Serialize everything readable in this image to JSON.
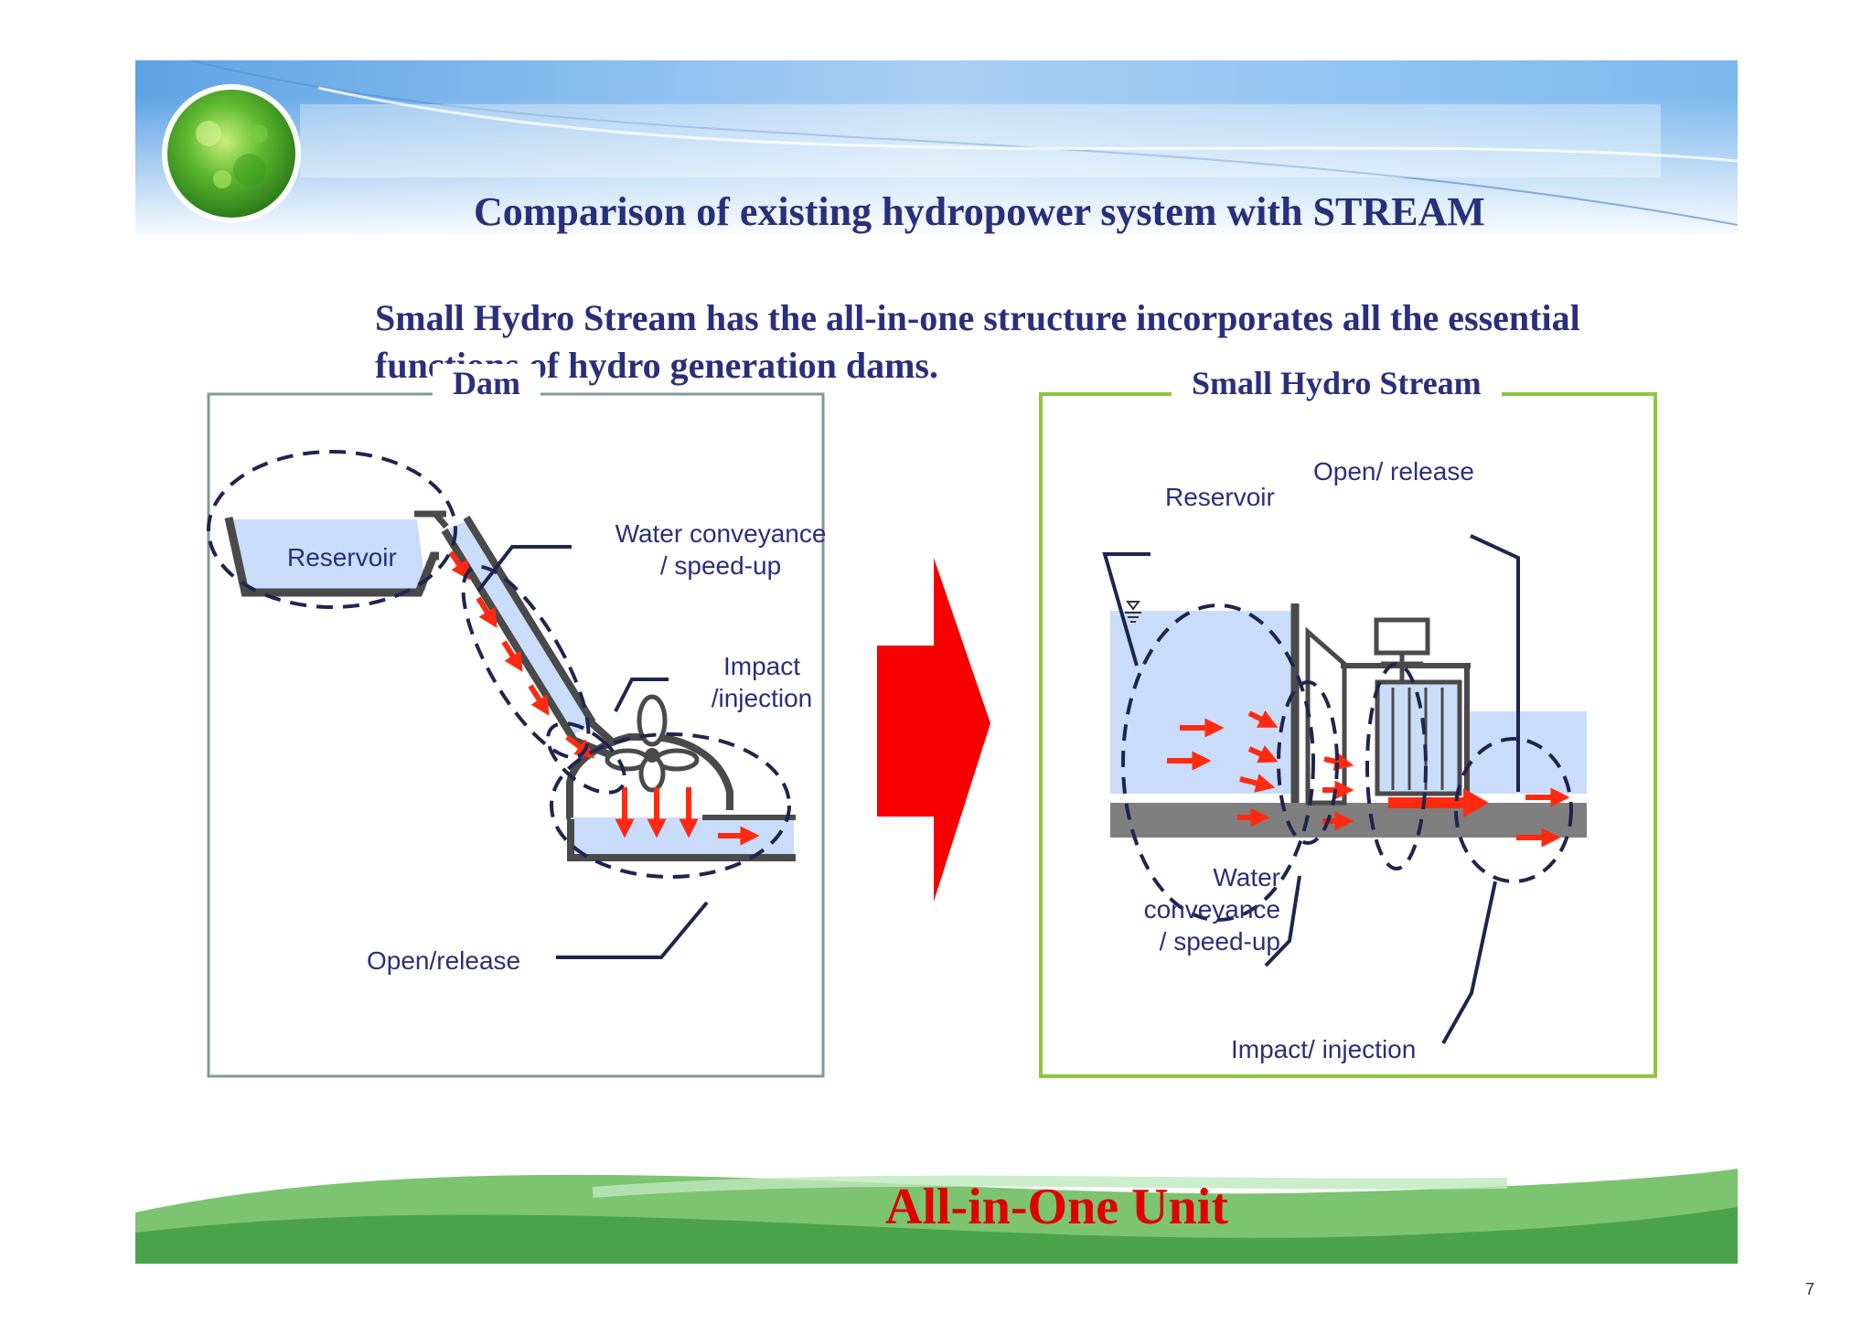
{
  "title": "Comparison of existing hydropower system with STREAM",
  "subtitle": "Small Hydro Stream has the all-in-one structure incorporates all the essential functions of hydro generation dams.",
  "panels": {
    "dam": {
      "title": "Dam",
      "labels": {
        "reservoir": "Reservoir",
        "conveyance_1": "Water conveyance",
        "conveyance_2": "/ speed-up",
        "impact_1": "Impact",
        "impact_2": "/injection",
        "release": "Open/release"
      }
    },
    "stream": {
      "title": "Small Hydro Stream",
      "labels": {
        "reservoir": "Reservoir",
        "release": "Open/ release",
        "conveyance_1": "Water",
        "conveyance_2": "conveyance",
        "conveyance_3": "/ speed-up",
        "impact": "Impact/ injection"
      }
    }
  },
  "footer": "All-in-One Unit",
  "page_number": "7",
  "colors": {
    "title_text": "#2a2f7c",
    "accent_red": "#e00000",
    "water": "#c9dcf9",
    "dam_frame": "#7f9a9a",
    "stream_frame": "#8cc63f"
  }
}
